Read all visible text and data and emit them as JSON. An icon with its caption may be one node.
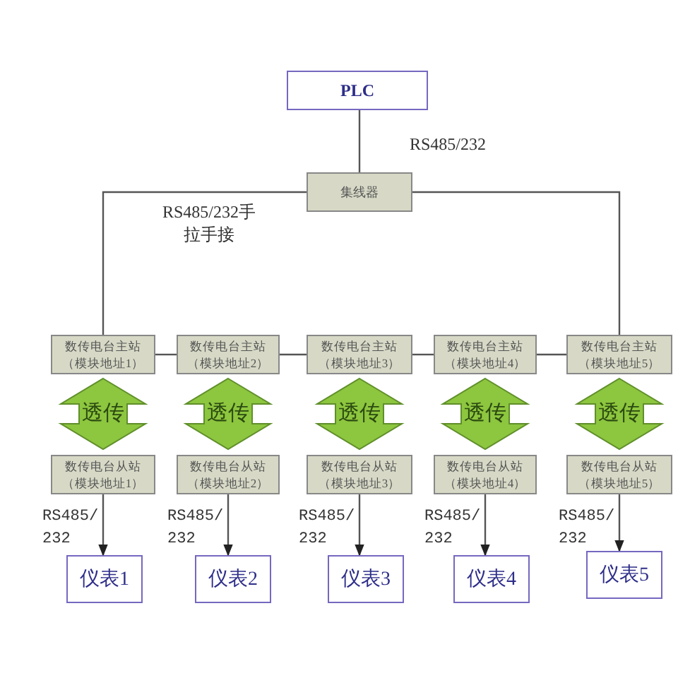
{
  "diagram": {
    "nodes": [
      {
        "text": [
          "PLC"
        ]
      },
      {
        "text": [
          "集线器"
        ]
      },
      {
        "text": [
          "数传电台主站（模块地址1）"
        ]
      },
      {
        "text": [
          "数传电台主站（模块地址2）"
        ]
      },
      {
        "text": [
          "数传电台主站（模块地址3）"
        ]
      },
      {
        "text": [
          "数传电台主站（模块地址4）"
        ]
      },
      {
        "text": [
          "数传电台主站（模块地址5）"
        ]
      },
      {
        "text": [
          "数传电台从站（模块地址1）"
        ]
      },
      {
        "text": [
          "数传电台从站（模块地址2）"
        ]
      },
      {
        "text": [
          "数传电台从站（模块地址3）"
        ]
      },
      {
        "text": [
          "数传电台从站（模块地址4）"
        ]
      },
      {
        "text": [
          "数传电台从站（模块地址5）"
        ]
      },
      {
        "text": [
          "仪表1"
        ]
      },
      {
        "text": [
          "仪表2"
        ]
      },
      {
        "text": [
          "仪表3"
        ]
      },
      {
        "text": [
          "仪表4"
        ]
      },
      {
        "text": [
          "仪表5"
        ]
      }
    ],
    "edges": [
      {
        "from": 0,
        "to": 1,
        "arrow": "none",
        "label": "RS485/232"
      },
      {
        "from": 1,
        "to": 2,
        "arrow": "none",
        "label": "RS485/232手拉手接"
      },
      {
        "from": 1,
        "to": 6,
        "arrow": "none"
      },
      {
        "from": 2,
        "to": 3,
        "arrow": "none"
      },
      {
        "from": 3,
        "to": 4,
        "arrow": "none"
      },
      {
        "from": 4,
        "to": 5,
        "arrow": "none"
      },
      {
        "from": 5,
        "to": 6,
        "arrow": "none"
      },
      {
        "from": 2,
        "to": 7,
        "arrow": "both",
        "label": "透传",
        "style": "thick",
        "color": "#8dc63f"
      },
      {
        "from": 3,
        "to": 8,
        "arrow": "both",
        "label": "透传",
        "style": "thick",
        "color": "#8dc63f"
      },
      {
        "from": 4,
        "to": 9,
        "arrow": "both",
        "label": "透传",
        "style": "thick",
        "color": "#8dc63f"
      },
      {
        "from": 5,
        "to": 10,
        "arrow": "both",
        "label": "透传",
        "style": "thick",
        "color": "#8dc63f"
      },
      {
        "from": 6,
        "to": 11,
        "arrow": "both",
        "label": "透传",
        "style": "thick",
        "color": "#8dc63f"
      },
      {
        "from": 7,
        "to": 12,
        "arrow": "to",
        "label": "RS485/232"
      },
      {
        "from": 8,
        "to": 13,
        "arrow": "to",
        "label": "RS485/232"
      },
      {
        "from": 9,
        "to": 14,
        "arrow": "to",
        "label": "RS485/232"
      },
      {
        "from": 10,
        "to": 15,
        "arrow": "to",
        "label": "RS485/232"
      },
      {
        "from": 11,
        "to": 16,
        "arrow": "to",
        "label": "RS485/232"
      }
    ]
  }
}
